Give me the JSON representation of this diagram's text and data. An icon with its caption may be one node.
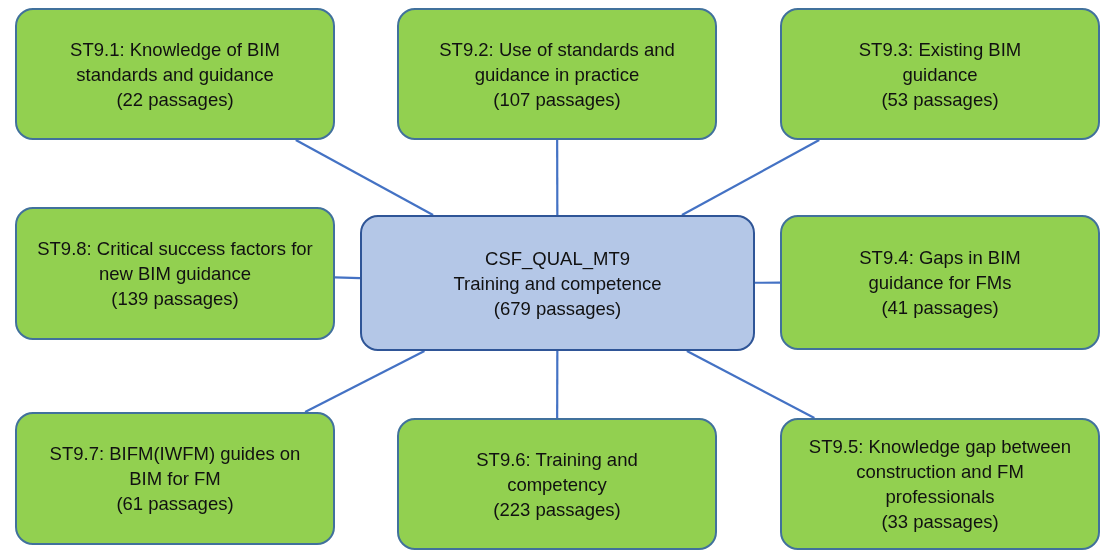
{
  "diagram": {
    "nodes": [
      {
        "text": [
          "CSF_QUAL_MT9",
          "Training and competence",
          "(679 passages)"
        ]
      },
      {
        "text": [
          "ST9.1: Knowledge of BIM standards and guidance",
          "(22 passages)"
        ]
      },
      {
        "text": [
          "ST9.2: Use of standards and guidance in practice",
          "(107 passages)"
        ]
      },
      {
        "text": [
          "ST9.3: Existing BIM guidance",
          "(53 passages)"
        ]
      },
      {
        "text": [
          "ST9.8: Critical success factors for new BIM guidance",
          "(139 passages)"
        ]
      },
      {
        "text": [
          "ST9.4: Gaps in BIM guidance for FMs",
          "(41 passages)"
        ]
      },
      {
        "text": [
          "ST9.7: BIFM(IWFM) guides on BIM for FM",
          "(61 passages)"
        ]
      },
      {
        "text": [
          "ST9.6: Training and competency",
          "(223 passages)"
        ]
      },
      {
        "text": [
          "ST9.5: Knowledge gap between construction and FM professionals",
          "(33 passages)"
        ]
      }
    ],
    "edges": [
      {
        "from": 0,
        "to": 1,
        "arrow": "none"
      },
      {
        "from": 0,
        "to": 2,
        "arrow": "none"
      },
      {
        "from": 0,
        "to": 3,
        "arrow": "none"
      },
      {
        "from": 0,
        "to": 4,
        "arrow": "none"
      },
      {
        "from": 0,
        "to": 5,
        "arrow": "none"
      },
      {
        "from": 0,
        "to": 6,
        "arrow": "none"
      },
      {
        "from": 0,
        "to": 7,
        "arrow": "none"
      },
      {
        "from": 0,
        "to": 8,
        "arrow": "none"
      }
    ]
  }
}
